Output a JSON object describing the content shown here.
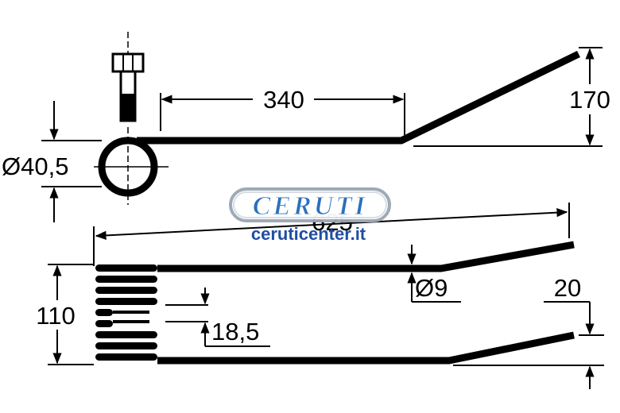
{
  "dimensions": {
    "length_straight": "340",
    "height_bend": "170",
    "coil_diameter": "Ø40,5",
    "total_length": "625",
    "coil_height": "110",
    "wire_diameter": "Ø9",
    "coil_gap": "18,5",
    "tip_offset": "20"
  },
  "watermark": {
    "brand": "CERUTI",
    "url": "ceruticenter.it"
  },
  "colors": {
    "line": "#000000",
    "brand": "#2a6fbd",
    "url": "#1f4fa3"
  }
}
